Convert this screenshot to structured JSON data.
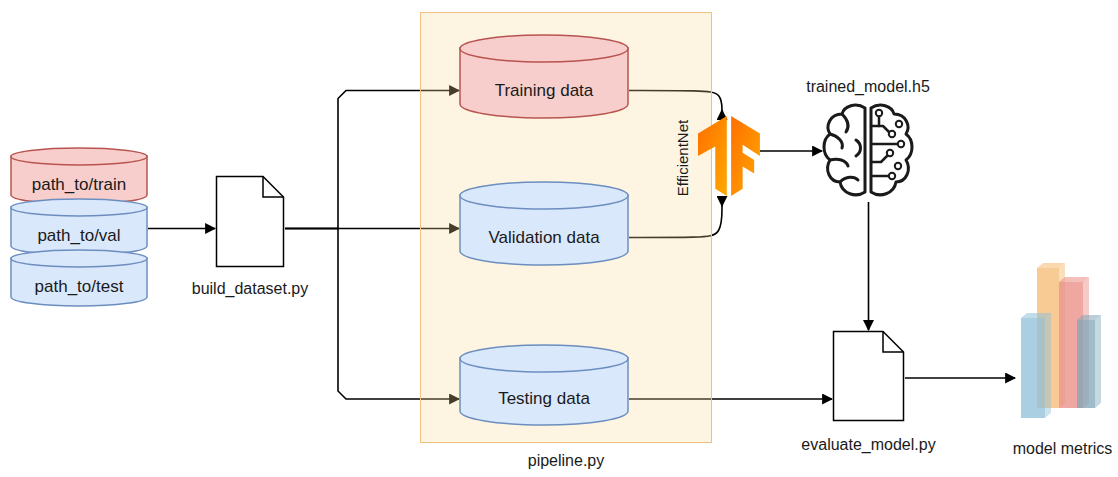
{
  "diagram": {
    "nodes": [
      {
        "text": [
          "path_to/train"
        ]
      },
      {
        "text": [
          "path_to/val"
        ]
      },
      {
        "text": [
          "path_to/test"
        ]
      },
      {
        "text": [
          "build_dataset.py"
        ]
      },
      {
        "text": [
          "pipeline.py"
        ]
      },
      {
        "text": [
          "Training data"
        ],
        "in": 4
      },
      {
        "text": [
          "Validation data"
        ],
        "in": 4
      },
      {
        "text": [
          "Testing data"
        ],
        "in": 4
      },
      {
        "text": [
          "EfficientNet"
        ]
      },
      {
        "text": [
          "trained_model.h5"
        ]
      },
      {
        "text": [
          "evaluate_model.py"
        ]
      },
      {
        "text": [
          "model metrics"
        ]
      }
    ],
    "edges": [
      {
        "from": 1,
        "to": 3,
        "arrow": "to"
      },
      {
        "from": 3,
        "to": 5,
        "arrow": "to"
      },
      {
        "from": 3,
        "to": 6,
        "arrow": "to"
      },
      {
        "from": 3,
        "to": 7,
        "arrow": "to"
      },
      {
        "from": 5,
        "to": 8,
        "arrow": "to"
      },
      {
        "from": 6,
        "to": 8,
        "arrow": "to"
      },
      {
        "from": 8,
        "to": 9,
        "arrow": "to"
      },
      {
        "from": 9,
        "to": 10,
        "arrow": "to"
      },
      {
        "from": 7,
        "to": 10,
        "arrow": "to"
      },
      {
        "from": 10,
        "to": 11,
        "arrow": "to"
      }
    ]
  }
}
